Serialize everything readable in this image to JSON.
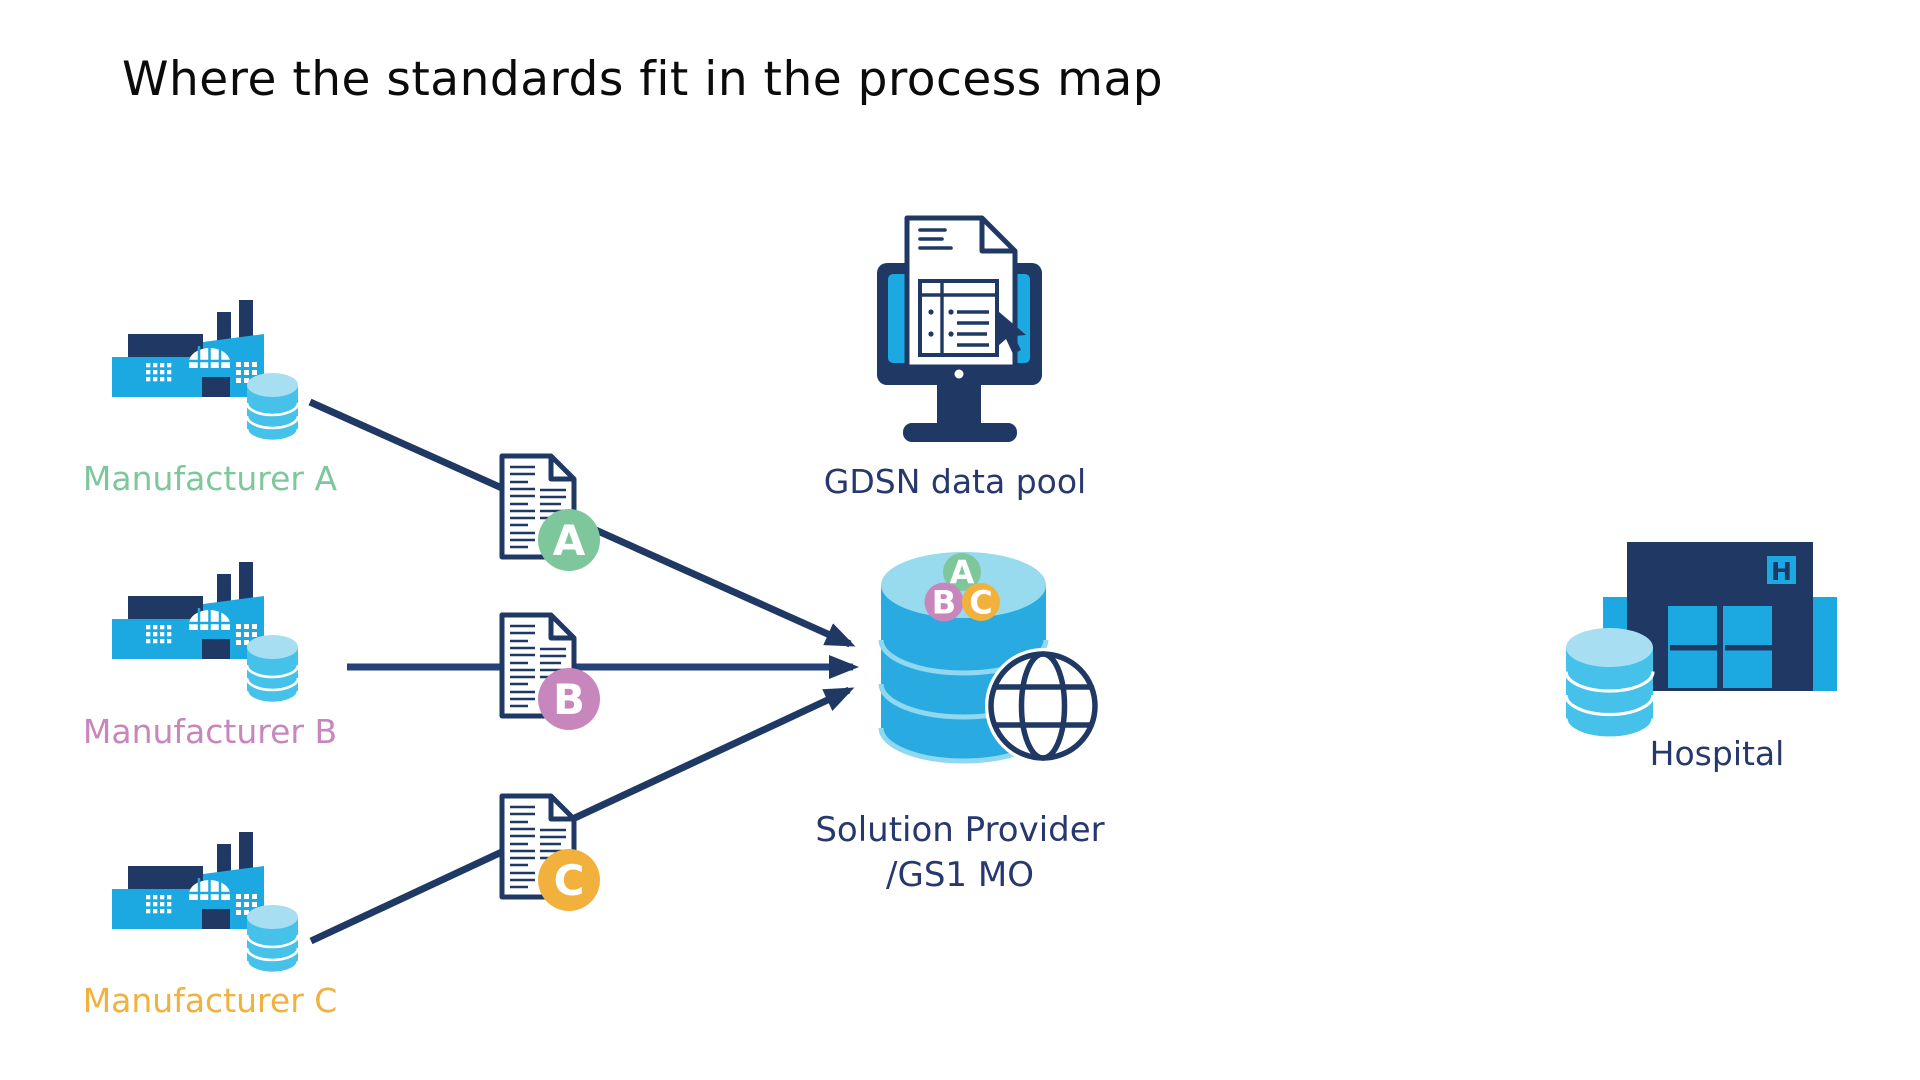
{
  "title": "Where the standards fit in the process map",
  "manufacturers": [
    {
      "label": "Manufacturer A",
      "badge": "A",
      "color": "#7EC79C"
    },
    {
      "label": "Manufacturer B",
      "badge": "B",
      "color": "#C787BD"
    },
    {
      "label": "Manufacturer C",
      "badge": "C",
      "color": "#F2B13C"
    }
  ],
  "gdsn_data_pool": {
    "label": "GDSN data pool"
  },
  "solution_provider": {
    "label_line1": "Solution Provider",
    "label_line2": "/GS1 MO"
  },
  "hospital": {
    "label": "Hospital",
    "sign_letter": "H"
  },
  "colors": {
    "icon_navy": "#1F3864",
    "icon_cyan": "#1CA9E1",
    "small_cylinder_body": "#45C1EA",
    "small_cylinder_top": "#A8DEF2",
    "db_cylinder_body": "#29ABE2",
    "db_cylinder_top": "#98DAEE",
    "db_cylinder_band": "#8FD8F0",
    "text_navy": "#27386E",
    "label_a_green": "#7EC79C",
    "label_b_pink": "#C787BD",
    "label_c_orange": "#F0A73C",
    "title_black": "#0B0B0B"
  }
}
